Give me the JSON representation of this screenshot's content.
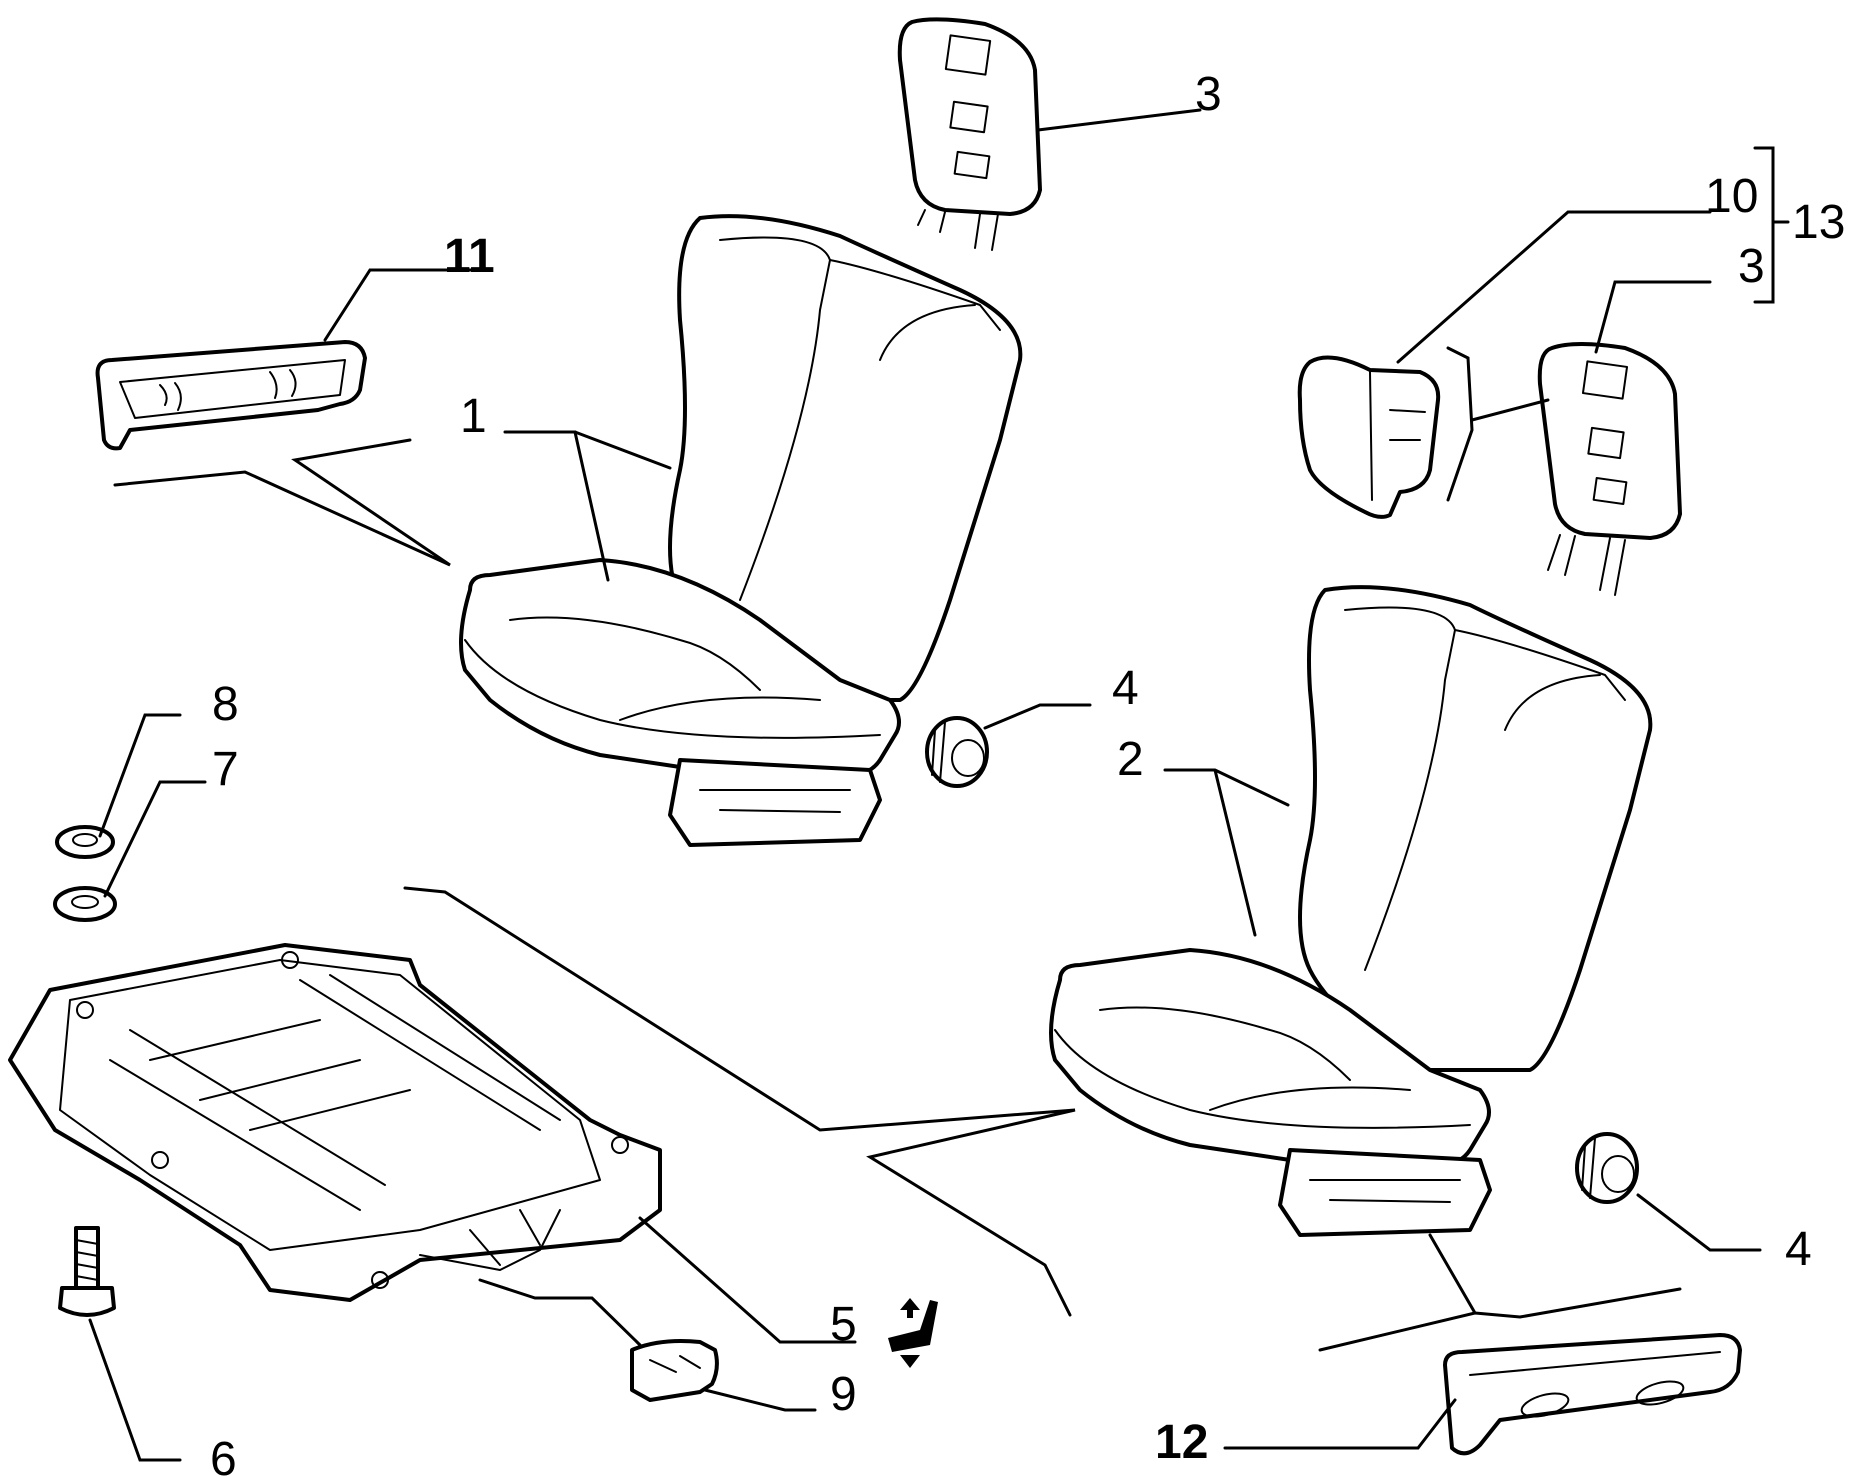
{
  "callouts": {
    "c1": "1",
    "c2": "2",
    "c3_top": "3",
    "c3_right": "3",
    "c4_upper": "4",
    "c4_lower": "4",
    "c5": "5",
    "c6": "6",
    "c7": "7",
    "c8": "8",
    "c9": "9",
    "c10": "10",
    "c11": "11",
    "c12": "12",
    "c13": "13"
  }
}
